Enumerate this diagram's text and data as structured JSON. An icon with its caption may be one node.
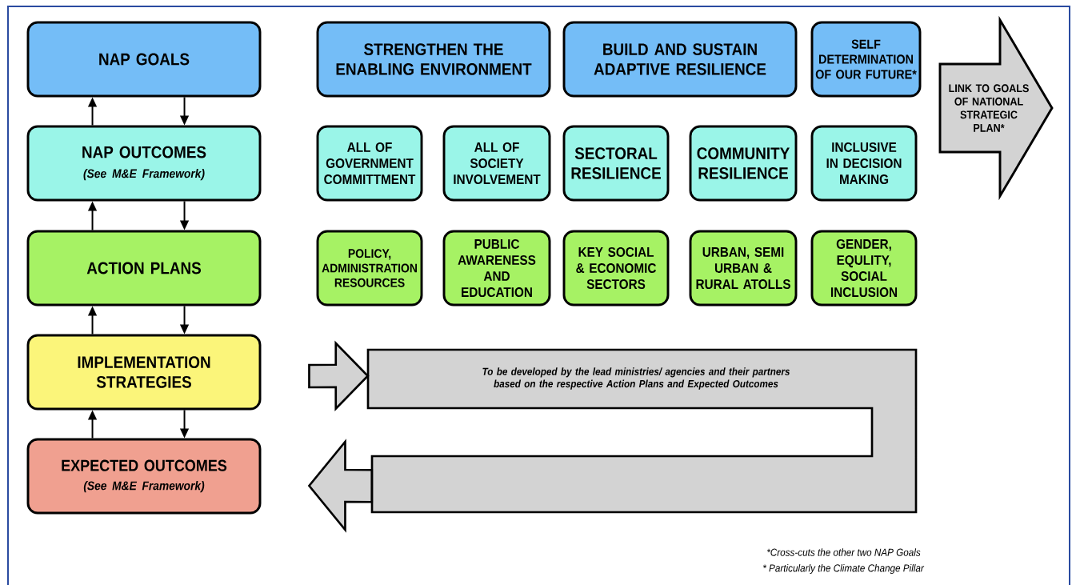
{
  "diagram": {
    "nodes": [
      {
        "text": [
          "NAP GOALS"
        ]
      },
      {
        "text": [
          "NAP OUTCOMES",
          "(See M&E Framework)"
        ]
      },
      {
        "text": [
          "ACTION PLANS"
        ]
      },
      {
        "text": [
          "IMPLEMENTATION STRATEGIES"
        ]
      },
      {
        "text": [
          "EXPECTED OUTCOMES",
          "(See M&E Framework)"
        ]
      },
      {
        "text": [
          "STRENGTHEN THE ENABLING ENVIRONMENT"
        ]
      },
      {
        "text": [
          "BUILD AND SUSTAIN ADAPTIVE RESILIENCE"
        ]
      },
      {
        "text": [
          "SELF DETERMINATION OF OUR FUTURE*"
        ]
      },
      {
        "text": [
          "LINK TO GOALS OF NATIONAL STRATEGIC PLAN*"
        ]
      },
      {
        "text": [
          "ALL OF GOVERNMENT COMMITTMENT"
        ]
      },
      {
        "text": [
          "ALL OF SOCIETY INVOLVEMENT"
        ]
      },
      {
        "text": [
          "SECTORAL RESILIENCE"
        ]
      },
      {
        "text": [
          "COMMUNITY RESILIENCE"
        ]
      },
      {
        "text": [
          "INCLUSIVE IN DECISION MAKING"
        ]
      },
      {
        "text": [
          "POLICY, ADMINISTRATION RESOURCES"
        ]
      },
      {
        "text": [
          "PUBLIC AWARENESS AND EDUCATION"
        ]
      },
      {
        "text": [
          "KEY SOCIAL & ECONOMIC SECTORS"
        ]
      },
      {
        "text": [
          "URBAN, SEMI URBAN & RURAL ATOLLS"
        ]
      },
      {
        "text": [
          "GENDER, EQULITY, SOCIAL INCLUSION"
        ]
      },
      {
        "text": [
          "To be developed by the lead ministries/ agencies and their partners based on the respective Action Plans and Expected Outcomes"
        ]
      }
    ],
    "edges": [
      {
        "from": 1,
        "to": 0,
        "arrow": "to"
      },
      {
        "from": 0,
        "to": 1,
        "arrow": "to"
      },
      {
        "from": 2,
        "to": 1,
        "arrow": "to"
      },
      {
        "from": 1,
        "to": 2,
        "arrow": "to"
      },
      {
        "from": 3,
        "to": 2,
        "arrow": "to"
      },
      {
        "from": 2,
        "to": 3,
        "arrow": "to"
      },
      {
        "from": 4,
        "to": 3,
        "arrow": "to"
      },
      {
        "from": 3,
        "to": 4,
        "arrow": "to"
      },
      {
        "from": 3,
        "to": 19,
        "arrow": "to",
        "style": "thick",
        "color": "#d3d3d3"
      },
      {
        "from": 19,
        "to": 4,
        "arrow": "to",
        "style": "thick",
        "color": "#d3d3d3"
      }
    ],
    "labels": [
      "*Cross-cuts the other two NAP Goals",
      "* Particularly the Climate Change Pillar"
    ]
  }
}
